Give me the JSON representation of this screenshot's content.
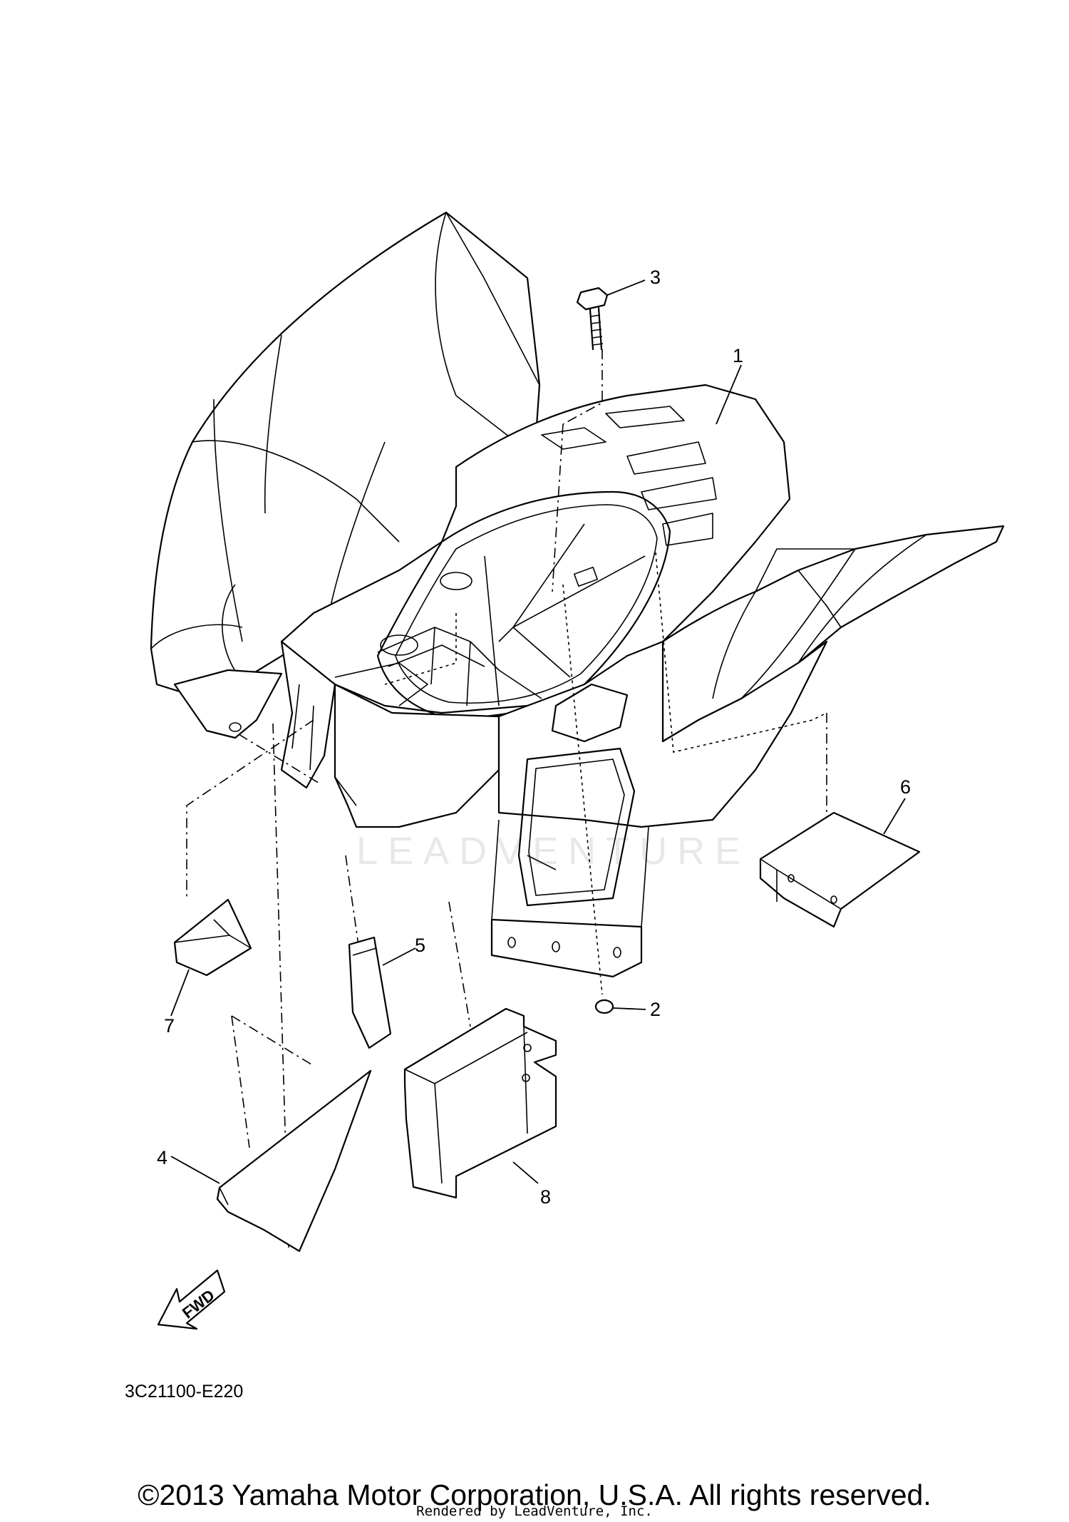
{
  "callouts": [
    {
      "label": "1",
      "part": "Rear fender"
    },
    {
      "label": "2",
      "part": "Nut"
    },
    {
      "label": "3",
      "part": "Bolt"
    },
    {
      "label": "4",
      "part": "Panel"
    },
    {
      "label": "5",
      "part": "Plate"
    },
    {
      "label": "6",
      "part": "Panel"
    },
    {
      "label": "7",
      "part": "Plate"
    },
    {
      "label": "8",
      "part": "Panel"
    }
  ],
  "fwd_label": "FWD",
  "diagram_code": "3C21100-E220",
  "watermark": "LEADVENTURE",
  "copyright": "©2013 Yamaha Motor Corporation, U.S.A. All rights reserved.",
  "rendered_by": "Rendered by LeadVenture, Inc."
}
